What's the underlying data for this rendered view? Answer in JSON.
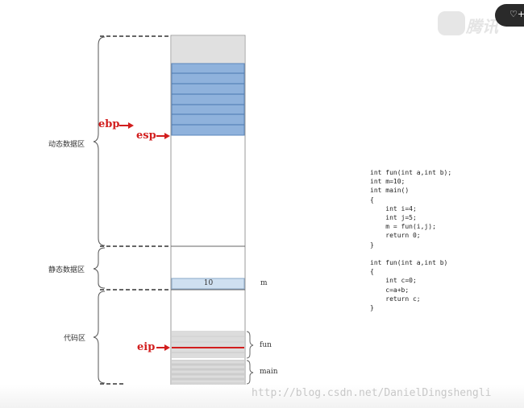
{
  "diagram": {
    "regions": {
      "dynamic_data": "动态数据区",
      "static_data": "静态数据区",
      "code": "代码区"
    },
    "registers": {
      "ebp": "ebp",
      "esp": "esp",
      "eip": "eip"
    },
    "memory": {
      "m_value": "10",
      "m_label": "m",
      "fun_label": "fun",
      "main_label": "main"
    },
    "colors": {
      "stack_frame": "#8fb2dc",
      "static_cell": "#cfe0f1",
      "register_arrow": "#d21e1e",
      "code_block": "#d9d9d9"
    }
  },
  "code": {
    "lines": [
      "int fun(int a,int b);",
      "int m=10;",
      "int main()",
      "{",
      "    int i=4;",
      "    int j=5;",
      "    m = fun(i,j);",
      "    return 0;",
      "}",
      "",
      "int fun(int a,int b)",
      "{",
      "    int c=0;",
      "    c=a+b;",
      "    return c;",
      "}"
    ]
  },
  "watermark": "http://blog.csdn.net/DanielDingshengli",
  "logo": {
    "text": "腾讯",
    "icon": "video-play-logo-icon"
  },
  "badge": {
    "icon": "heart-plus-icon",
    "text": "+"
  }
}
